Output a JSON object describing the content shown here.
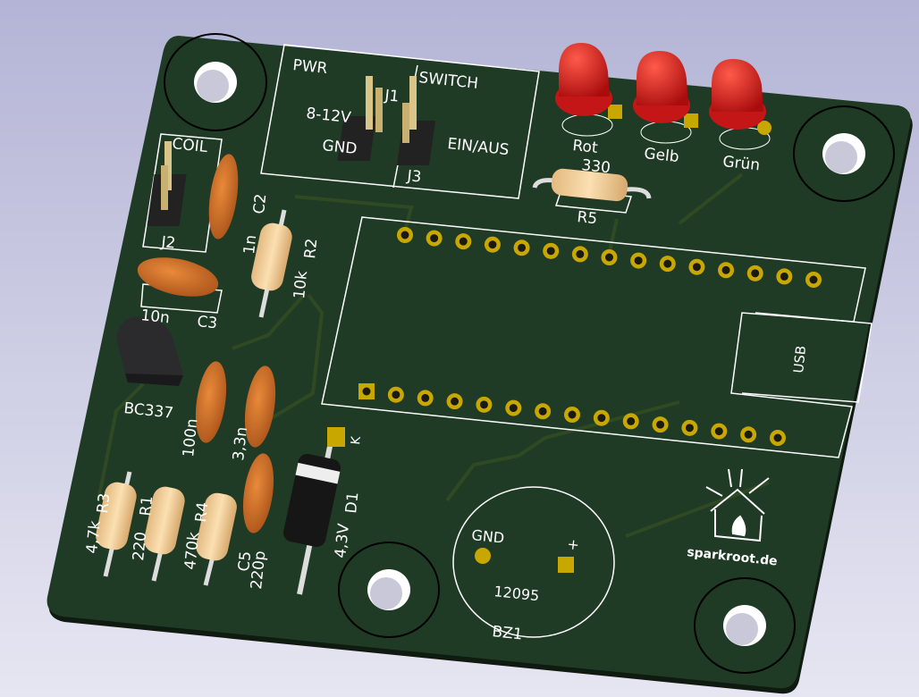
{
  "colors": {
    "board": "#1f3a25",
    "silk": "#ffffff",
    "pad": "#c8a800",
    "body": "#d5792a",
    "led": "#d81f1f",
    "background": "#c4c4e0"
  },
  "labels": {
    "pwr": "PWR",
    "j1": "J1",
    "v_in": "8-12V",
    "gnd": "GND",
    "switch": "SWITCH",
    "ein_aus": "EIN/AUS",
    "j3": "J3",
    "coil": "COIL",
    "j2": "J2",
    "c2": "C2",
    "c2_val": "1n",
    "r2": "R2",
    "r2_val": "10k",
    "c3": "C3",
    "c3_val": "10n",
    "q1": "BC337",
    "c1_val": "100n",
    "c4_val": "3,3n",
    "r3": "R3",
    "r3_val": "4,7k",
    "r1": "R1",
    "r1_val": "220",
    "r4": "R4",
    "r4_val": "470k",
    "c5": "C5",
    "c5_val": "220p",
    "d1": "D1",
    "d1_val": "4,3V",
    "k": "K",
    "led_rot": "Rot",
    "led_gelb": "Gelb",
    "led_gruen": "Grün",
    "r5": "R5",
    "r5_val": "330",
    "usb": "USB",
    "bz_gnd": "GND",
    "bz_plus": "+",
    "bz_val": "12095",
    "bz1": "BZ1",
    "brand": "sparkroot.de"
  },
  "header_pins": 15
}
